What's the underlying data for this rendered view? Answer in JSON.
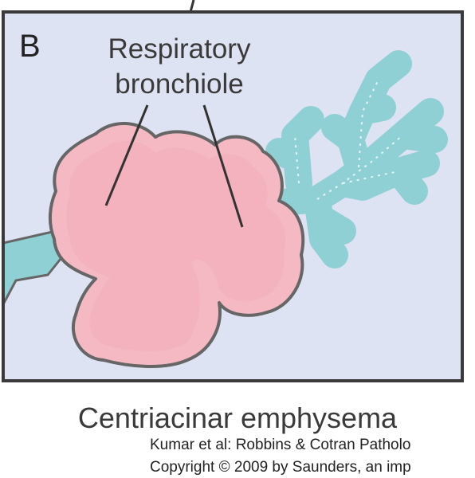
{
  "panel_letter": "B",
  "label": {
    "line1": "Respiratory",
    "line2": "bronchiole"
  },
  "caption": "Centriacinar emphysema",
  "credit": {
    "line1": "Kumar et al: Robbins & Cotran Patholo",
    "line2": "Copyright © 2009 by Saunders, an imp"
  },
  "colors": {
    "panel_background": "#dde3f3",
    "frame": "#3a3a3a",
    "emphysema_pink": "#f4b9c3",
    "bronchiole_teal": "#8fd0d4",
    "outline": "#666666"
  }
}
